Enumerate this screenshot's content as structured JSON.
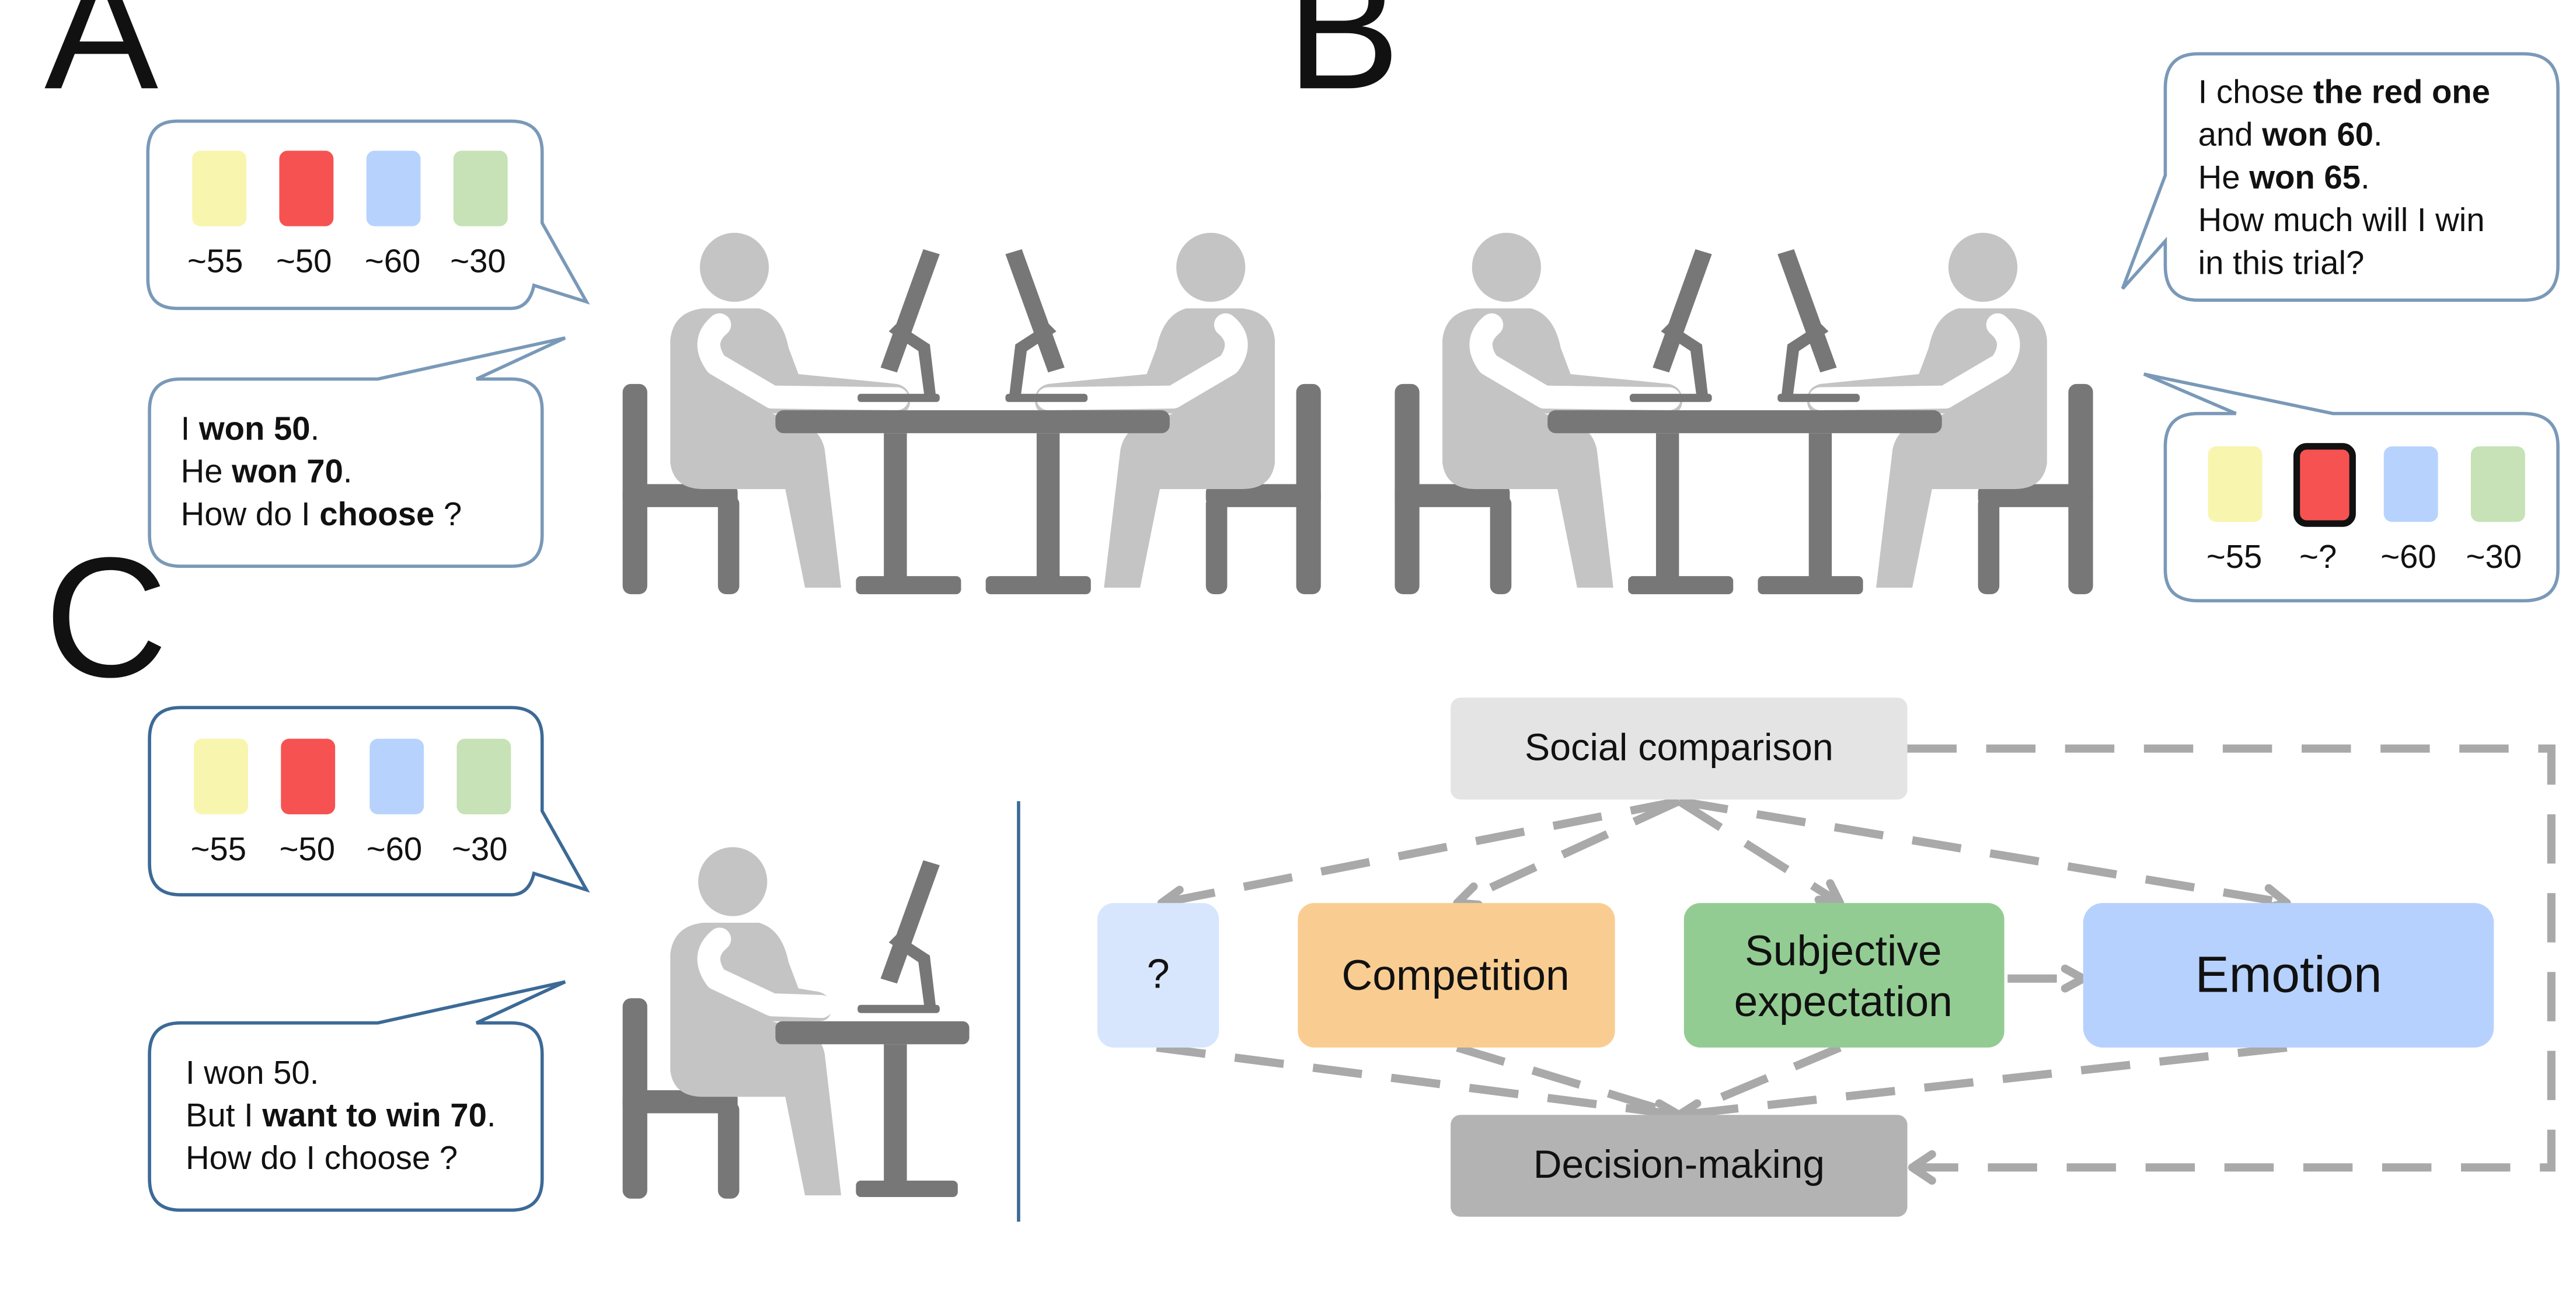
{
  "panels": {
    "a": "A",
    "b": "B",
    "c": "C"
  },
  "colors": {
    "yellow": "#f8f5ae",
    "red": "#f65252",
    "blue": "#b7d3fd",
    "green": "#c6e2b6",
    "bubble_border_ab": "#7a99b8",
    "bubble_border_c": "#3c6a96",
    "node_social": "#e4e4e4",
    "node_question": "#d7e6fd",
    "node_competition": "#f9cd92",
    "node_expectation": "#92cc92",
    "node_emotion": "#b6d1fd",
    "node_decision": "#b3b3b3",
    "arrows": "#a9a9a9",
    "people": "#c4c4c4",
    "furniture": "#777777"
  },
  "panel_a": {
    "cards": [
      "~55",
      "~50",
      "~60",
      "~30"
    ],
    "speech": {
      "line1_pre": "I ",
      "line1_bold": "won 50",
      "line1_post": ".",
      "line2_pre": "He ",
      "line2_bold": "won 70",
      "line2_post": ".",
      "line3_pre": "How do I ",
      "line3_bold": "choose",
      "line3_post": " ?"
    }
  },
  "panel_b": {
    "speech": {
      "line1_pre": "I chose ",
      "line1_bold": "the red one",
      "line2_pre": "and ",
      "line2_bold": "won 60",
      "line2_post": ".",
      "line3_pre": "He ",
      "line3_bold": "won 65",
      "line3_post": ".",
      "line4": "How much will I win",
      "line5": "in this trial?"
    },
    "cards": [
      "~55",
      "~?",
      "~60",
      "~30"
    ]
  },
  "panel_c": {
    "cards": [
      "~55",
      "~50",
      "~60",
      "~30"
    ],
    "speech": {
      "line1": "I won 50.",
      "line2_pre": "But I ",
      "line2_bold": "want to win 70",
      "line2_post": ".",
      "line3": "How do I choose ?"
    },
    "nodes": {
      "social": "Social comparison",
      "question": "?",
      "competition": "Competition",
      "expectation_line1": "Subjective",
      "expectation_line2": "expectation",
      "emotion": "Emotion",
      "decision": "Decision-making"
    }
  }
}
